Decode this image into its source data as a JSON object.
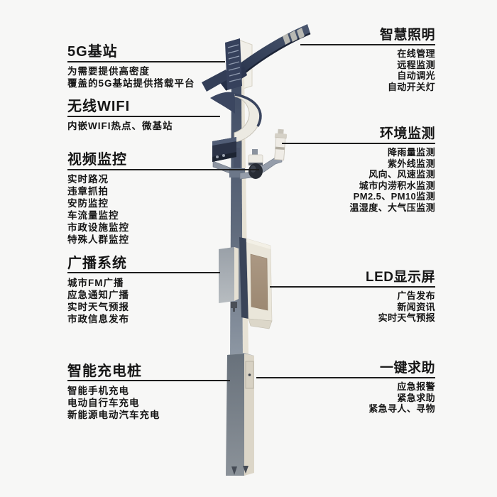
{
  "page": {
    "background_color": "#f7f7f6",
    "text_color": "#161616",
    "leader_line_color": "#1d1d1d",
    "pole_navy_color": "#36415c",
    "pole_gray_color": "#7b848f",
    "pole_cream_color": "#e2ddd0",
    "screen_tan_color": "#a4907a"
  },
  "left_sections": [
    {
      "id": "5g-base-station",
      "title": "5G基站",
      "items": [
        "为需要提供高密度",
        "覆盖的5G基站提供搭载平台"
      ]
    },
    {
      "id": "wireless-wifi",
      "title": "无线WIFI",
      "items": [
        "内嵌WIFI热点、微基站"
      ]
    },
    {
      "id": "video-surveillance",
      "title": "视频监控",
      "items": [
        "实时路况",
        "违章抓拍",
        "安防监控",
        "车流量监控",
        "市政设施监控",
        "特殊人群监控"
      ]
    },
    {
      "id": "broadcast-system",
      "title": "广播系统",
      "items": [
        "城市FM广播",
        "应急通知广播",
        "实时天气预报",
        "市政信息发布"
      ]
    },
    {
      "id": "smart-charging-pile",
      "title": "智能充电桩",
      "items": [
        "智能手机充电",
        "电动自行车充电",
        "新能源电动汽车充电"
      ]
    }
  ],
  "right_sections": [
    {
      "id": "smart-lighting",
      "title": "智慧照明",
      "items": [
        "在线管理",
        "远程监测",
        "自动调光",
        "自动开关灯"
      ]
    },
    {
      "id": "environment-monitoring",
      "title": "环境监测",
      "items": [
        "降雨量监测",
        "紫外线监测",
        "风向、风速监测",
        "城市内涝积水监测",
        "PM2.5、PM10监测",
        "温湿度、大气压监测"
      ]
    },
    {
      "id": "led-display",
      "title": "LED显示屏",
      "items": [
        "广告发布",
        "新闻资讯",
        "实时天气预报"
      ]
    },
    {
      "id": "one-key-help",
      "title": "一键求助",
      "items": [
        "应急报警",
        "紧急求助",
        "紧急寻人、寻物"
      ]
    }
  ],
  "illustration": {
    "subject": "smart-street-light-pole",
    "components": [
      "lamp-head-arm",
      "5g-unit-box",
      "wifi-spiral-unit",
      "box-camera",
      "environment-sensor",
      "ptz-dome-camera",
      "speaker-box",
      "led-screen-panel",
      "charging-pile-cabinet",
      "pole-shaft"
    ]
  }
}
